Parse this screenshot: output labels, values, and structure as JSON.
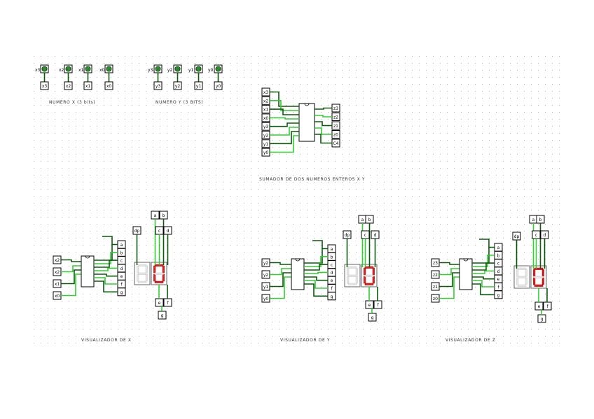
{
  "labels": {
    "numero_x": "NUMERO X (3 bits)",
    "numero_y": "NUMERO Y (3 BITS)",
    "sumador": "SUMADOR DE DOS NUMEROS ENTEROS X Y",
    "vis_x": "VISUALIZADOR DE X",
    "vis_y": "VISUALIZADOR DE Y",
    "vis_z": "VISUALIZADOR DE Z"
  },
  "inputs_x": [
    "x3",
    "x2",
    "x1",
    "x0"
  ],
  "inputs_y": [
    "y3",
    "y2",
    "y1",
    "y0"
  ],
  "sum_inputs": [
    "x3",
    "x2",
    "x1",
    "x0",
    "y3",
    "y2",
    "y1",
    "y0"
  ],
  "sum_outputs": [
    "z3",
    "z2",
    "z1",
    "z0",
    "C4"
  ],
  "vis_x_inputs": [
    "x2",
    "x2",
    "x1",
    "x0"
  ],
  "vis_y_inputs": [
    "y2",
    "y2",
    "y1",
    "y0"
  ],
  "vis_z_inputs": [
    "z3",
    "z2",
    "z1",
    "z0"
  ],
  "seg_pins": [
    "a",
    "b",
    "c",
    "d",
    "e",
    "f",
    "g"
  ],
  "digit_values": {
    "vis_x": "0",
    "vis_y": "0",
    "vis_z": "0"
  },
  "colors": {
    "dark_wire": "#0a5a0a",
    "light_wire": "#33cc33",
    "segment_on": "#dd2222",
    "led": "#2e8b2e"
  }
}
